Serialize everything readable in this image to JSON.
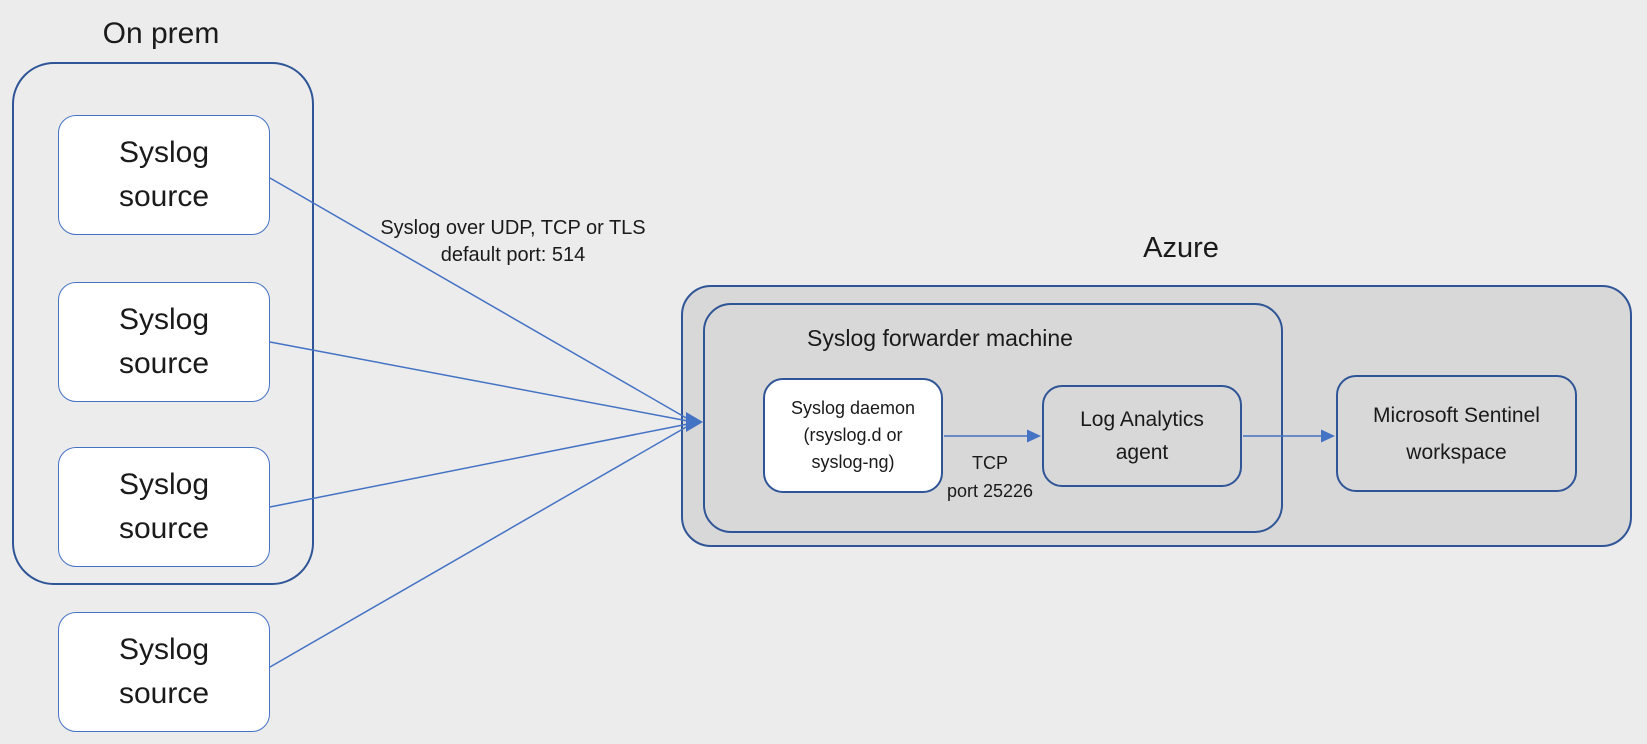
{
  "colors": {
    "page-bg": "#ECECEC",
    "container-fill": "#D8D8D8",
    "border-dark": "#2F5597",
    "accent-blue": "#4472C4",
    "box-fill": "#FFFFFF",
    "text": "#1A1A1A"
  },
  "onprem": {
    "title": "On prem",
    "sources": [
      "Syslog source",
      "Syslog source",
      "Syslog source",
      "Syslog source"
    ]
  },
  "connection": {
    "label_line1": "Syslog over UDP, TCP or TLS",
    "label_line2": "default port: 514"
  },
  "azure": {
    "title": "Azure",
    "forwarder": {
      "title": "Syslog forwarder machine",
      "daemon_label": "Syslog daemon (rsyslog.d or syslog-ng)",
      "tcp_label_line1": "TCP",
      "tcp_label_line2": "port 25226",
      "agent_label": "Log Analytics agent"
    },
    "sentinel_label": "Microsoft Sentinel workspace"
  }
}
